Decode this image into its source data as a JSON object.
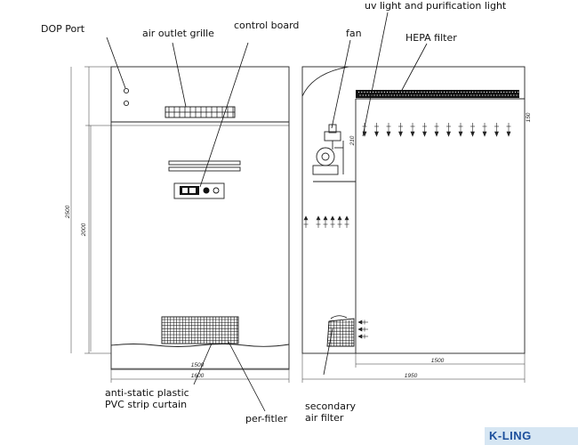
{
  "labels": {
    "dop_port": "DOP Port",
    "air_outlet_grille": "air outlet grille",
    "control_board": "control board",
    "uv_light": "uv light and purification light",
    "fan": "fan",
    "hepa_filter": "HEPA filter",
    "strip_curtain_1": "anti-static plastic",
    "strip_curtain_2": "PVC strip curtain",
    "per_filter": "per-fitler",
    "secondary_1": "secondary",
    "secondary_2": "air filter"
  },
  "dimensions": {
    "front_height_total": "2500",
    "front_height_inner": "2000",
    "front_width_inner": "1500",
    "front_width_total": "1600",
    "side_width_inner": "1500",
    "side_width_total": "1950",
    "small_1": "150",
    "small_2": "210"
  },
  "logo": {
    "text": "K-LING"
  }
}
